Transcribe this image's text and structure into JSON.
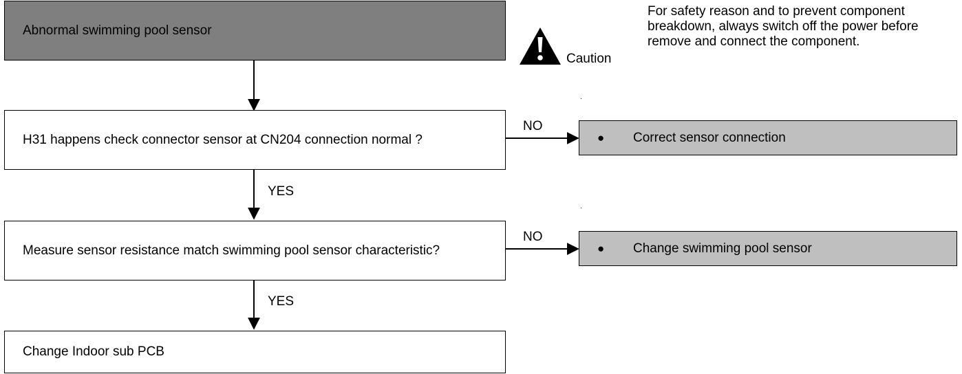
{
  "flow": {
    "start": "Abnormal swimming pool sensor",
    "q1": "H31 happens check connector sensor at CN204 connection normal ?",
    "q2": "Measure sensor resistance match swimming pool sensor characteristic?",
    "end": "Change Indoor sub PCB",
    "yes1": "YES",
    "yes2": "YES",
    "no1": "NO",
    "no2": "NO",
    "action1": "Correct sensor connection",
    "action2": "Change swimming pool sensor",
    "bullet": "●"
  },
  "caution": {
    "label": "Caution",
    "icon": "warning-triangle-icon",
    "text": "For safety reason and to prevent component breakdown, always switch off the power before remove and connect the component.",
    "dot1": ".",
    "dot2": "."
  },
  "colors": {
    "start_fill": "#7f7f7f",
    "action_fill": "#bfbfbf",
    "line": "#000000"
  }
}
